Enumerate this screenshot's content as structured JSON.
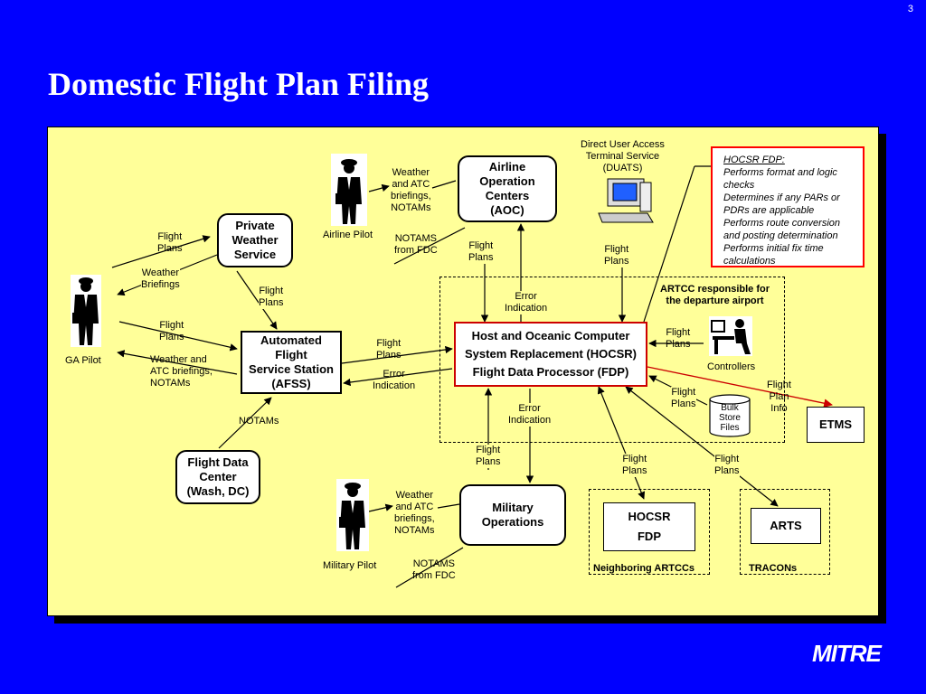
{
  "page_number": "3",
  "title": "Domestic Flight Plan Filing",
  "brand": "MITRE",
  "colors": {
    "background": "#0000ff",
    "panel": "#ffff99",
    "accent": "#ff0000"
  },
  "nodes": {
    "aoc": "Airline\nOperation\nCenters\n(AOC)",
    "pws": "Private\nWeather\nService",
    "afss": "Automated\nFlight\nService Station\n(AFSS)",
    "fdc": "Flight Data\nCenter\n(Wash, DC)",
    "hocsr_line1": "Host and Oceanic Computer",
    "hocsr_line2": "System Replacement (HOCSR)",
    "hocsr_line3": "Flight Data Processor (FDP)",
    "military": "Military\nOperations",
    "hocsr_fdp": "HOCSR\nFDP",
    "arts": "ARTS",
    "etms": "ETMS",
    "bulk": "Bulk\nStore\nFiles"
  },
  "actors": {
    "airline_pilot": "Airline Pilot",
    "ga_pilot": "GA Pilot",
    "military_pilot": "Military Pilot",
    "controllers": "Controllers",
    "duats": "Direct User Access\nTerminal Service\n(DUATS)"
  },
  "regions": {
    "artcc": "ARTCC responsible for\nthe departure airport",
    "neighboring": "Neighboring ARTCCs",
    "tracons": "TRACONs"
  },
  "note": {
    "header": "HOCSR FDP:",
    "lines": [
      "Performs format and logic checks",
      "Determines if any PARs or PDRs are applicable",
      "Performs route conversion and posting determination",
      "Performs initial fix time calculations"
    ]
  },
  "edge_labels": {
    "airline_weather": "Weather\nand ATC\nbriefings,\nNOTAMs",
    "airline_notams": "NOTAMS\nfrom FDC",
    "aoc_fp": "Flight\nPlans",
    "duats_fp": "Flight\nPlans",
    "ga_pws_fp": "Flight\nPlans",
    "ga_pws_weather": "Weather\nBriefings",
    "pws_afss_fp": "Flight\nPlans",
    "ga_afss_fp": "Flight\nPlans",
    "ga_afss_weather": "Weather and\nATC briefings,\nNOTAMs",
    "afss_hocsr_fp": "Flight\nPlans",
    "afss_error": "Error\nIndication",
    "aoc_error": "Error\nIndication",
    "fdc_notams": "NOTAMs",
    "controllers_fp": "Flight\nPlans",
    "bulk_fp": "Flight\nPlans",
    "etms_info": "Flight\nPlan\nInfo",
    "mil_error": "Error\nIndication",
    "mil_fp": "Flight\nPlans",
    "neigh_fp": "Flight\nPlans",
    "tracon_fp": "Flight\nPlans",
    "mil_weather": "Weather\nand ATC\nbriefings,\nNOTAMs",
    "mil_notams": "NOTAMS\nfrom FDC"
  }
}
